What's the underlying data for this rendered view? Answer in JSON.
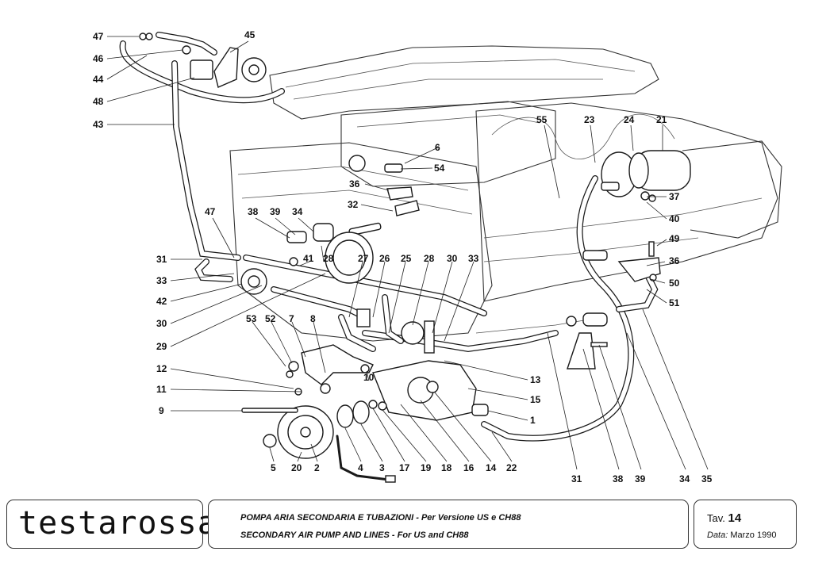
{
  "brand": "testarossa",
  "caption": {
    "italian": "POMPA ARIA SECONDARIA E TUBAZIONI - Per Versione US e CH88",
    "english": "SECONDARY AIR PUMP AND LINES - For US and CH88"
  },
  "plate": {
    "label": "Tav.",
    "number": "14",
    "date_label": "Data:",
    "date_value": "Marzo 1990"
  },
  "callouts": [
    "47",
    "46",
    "44",
    "48",
    "43",
    "45",
    "55",
    "23",
    "24",
    "21",
    "6",
    "54",
    "36",
    "37",
    "40",
    "32",
    "49",
    "36",
    "50",
    "51",
    "47",
    "38",
    "39",
    "34",
    "31",
    "41",
    "28",
    "27",
    "26",
    "25",
    "28",
    "30",
    "33",
    "33",
    "42",
    "30",
    "29",
    "53",
    "52",
    "7",
    "8",
    "10",
    "13",
    "12",
    "11",
    "15",
    "9",
    "1",
    "5",
    "20",
    "2",
    "4",
    "3",
    "17",
    "19",
    "18",
    "16",
    "14",
    "22",
    "31",
    "38",
    "39",
    "34",
    "35"
  ]
}
